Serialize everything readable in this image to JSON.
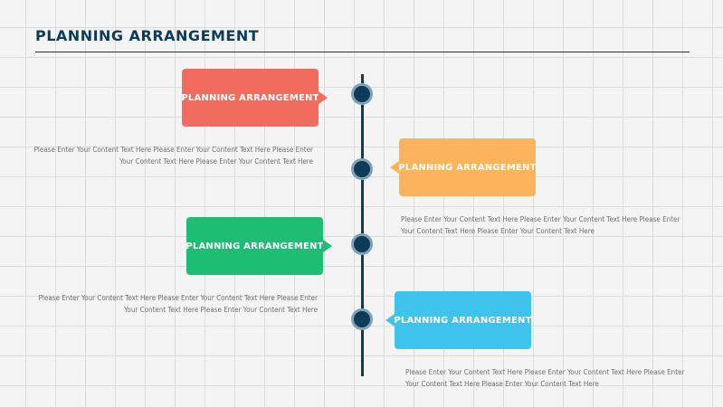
{
  "title": "PLANNING ARRANGEMENT",
  "colors": {
    "navy": "#0e3b57",
    "red": "#f26b5f",
    "orange": "#fbb35c",
    "green": "#1dbe74",
    "blue": "#3ec4ec"
  },
  "steps": [
    {
      "label": "PLANNING ARRANGEMENT",
      "color": "#f26b5f",
      "side": "left",
      "text": "Please Enter Your Content Text Here  Please Enter Your Content Text Here Please Enter Your Content Text Here  Please Enter Your Content Text Here"
    },
    {
      "label": "PLANNING ARRANGEMENT",
      "color": "#fbb35c",
      "side": "right",
      "text": "Please Enter Your Content Text Here  Please Enter Your Content Text Here Please Enter Your Content Text Here  Please Enter Your Content Text Here"
    },
    {
      "label": "PLANNING ARRANGEMENT",
      "color": "#1dbe74",
      "side": "left",
      "text": "Please Enter Your Content Text Here  Please Enter Your Content Text Here Please Enter Your Content Text Here  Please Enter Your Content Text Here"
    },
    {
      "label": "PLANNING ARRANGEMENT",
      "color": "#3ec4ec",
      "side": "right",
      "text": "Please Enter Your Content Text Here  Please Enter Your Content Text Here Please Enter Your Content Text Here  Please Enter Your Content Text Here"
    }
  ]
}
